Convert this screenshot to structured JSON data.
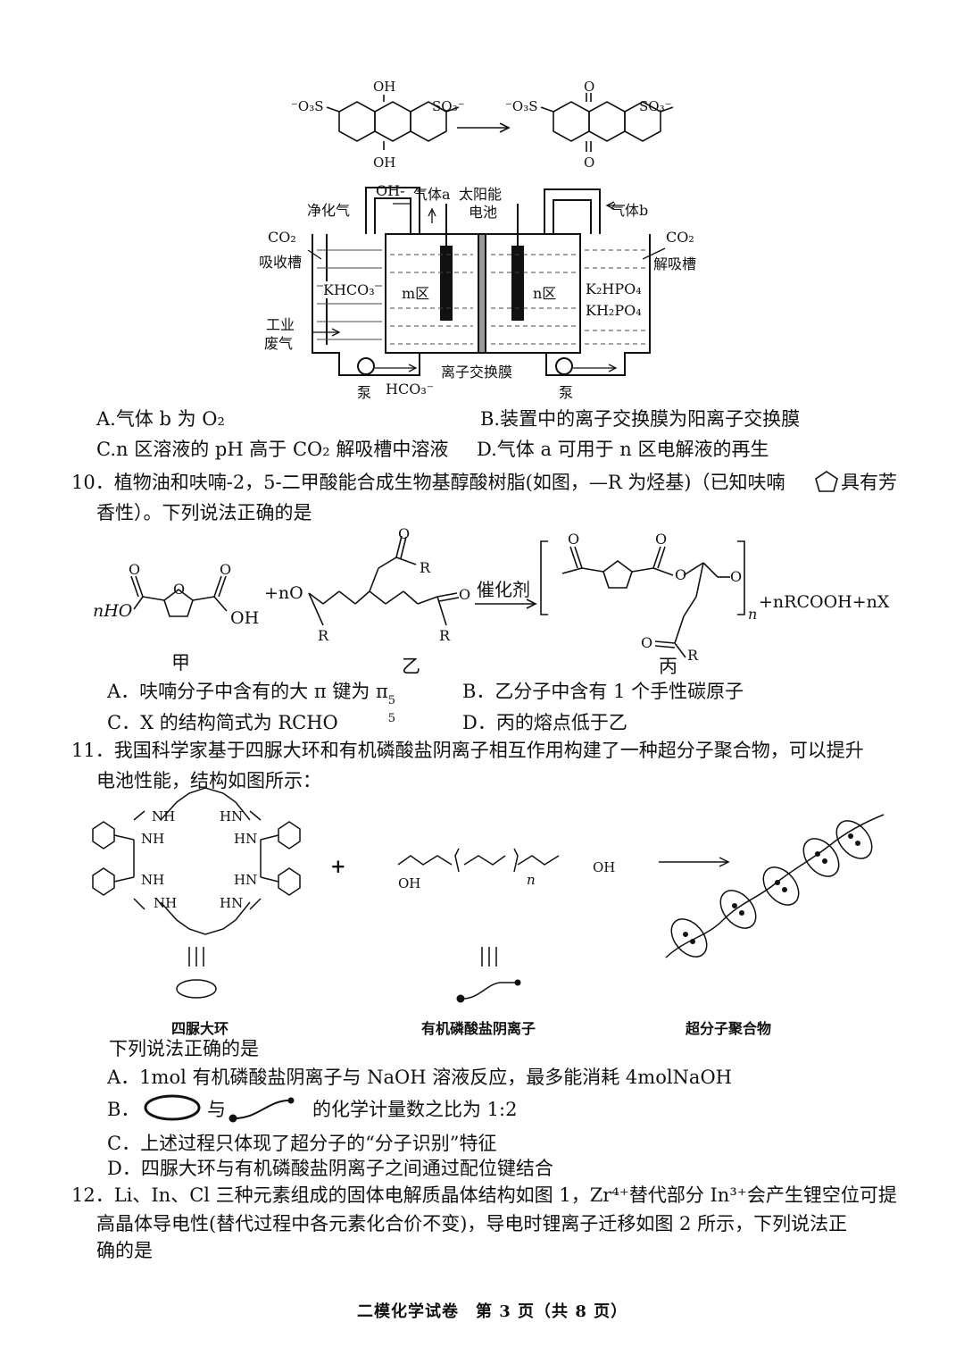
{
  "q9": {
    "reactant_top": "OH",
    "reactant_bottom": "OH",
    "reactant_left": "⁻O₃S",
    "reactant_right": "SO₃⁻",
    "product_top": "O",
    "product_bottom": "O",
    "product_left": "⁻O₃S",
    "product_right": "SO₃⁻",
    "device": {
      "oh": "OH-",
      "gas_a": "气体a",
      "solar": "太阳能",
      "solar2": "电池",
      "clean_gas": "净化气",
      "gas_b": "气体b",
      "co2_left": "CO₂",
      "absorb_tank": "吸收槽",
      "co2_right": "CO₂",
      "desorb_tank": "解吸槽",
      "khco3": "KHCO₃",
      "m_zone": "m区",
      "n_zone": "n区",
      "k2hpo4": "K₂HPO₄",
      "kh2po4": "KH₂PO₄",
      "industrial": "工业",
      "waste_gas": "废气",
      "membrane": "离子交换膜",
      "pump_left": "泵",
      "hco3": "HCO₃⁻",
      "pump_right": "泵"
    },
    "options": {
      "A": "A.气体 b 为 O₂",
      "B": "B.装置中的离子交换膜为阳离子交换膜",
      "C": "C.n 区溶液的 pH 高于 CO₂ 解吸槽中溶液",
      "D": "D.气体 a 可用于 n 区电解液的再生"
    }
  },
  "q10": {
    "stem_line1": "10．植物油和呋喃-2，5-二甲酸能合成生物基醇酸树脂(如图，—R 为烃基)（已知呋喃",
    "stem_line1_end": "具有芳",
    "stem_line2": "香性）。下列说法正确的是",
    "scheme": {
      "jia_left": "nHO",
      "jia_right": "OH",
      "plus_n": "+nO",
      "catalyst": "催化剂",
      "products": "+nRCOOH+nX",
      "sub_n": "n",
      "R": "R",
      "O": "O",
      "label_jia": "甲",
      "label_yi": "乙",
      "label_bing": "丙"
    },
    "options": {
      "A": "A．呋喃分子中含有的大 π 键为 π",
      "A_sup": "5",
      "A_sub": "5",
      "B": "B．乙分子中含有 1 个手性碳原子",
      "C": "C．X 的结构简式为 RCHO",
      "D": "D．丙的熔点低于乙"
    }
  },
  "q11": {
    "stem_line1": "11．我国科学家基于四脲大环和有机磷酸盐阴离子相互作用构建了一种超分子聚合物，可以提升",
    "stem_line2": "电池性能，结构如图所示：",
    "labels": {
      "macrocycle": "四脲大环",
      "anion": "有机磷酸盐阴离子",
      "polymer": "超分子聚合物",
      "NH": "NH",
      "HN": "HN",
      "OH": "OH",
      "n": "n",
      "plus": "+"
    },
    "prompt": "下列说法正确的是",
    "options": {
      "A": "A．1mol 有机磷酸盐阴离子与 NaOH 溶液反应，最多能消耗 4molNaOH",
      "B_pre": "B．",
      "B_mid": "与",
      "B_post": "的化学计量数之比为 1:2",
      "C": "C．上述过程只体现了超分子的“分子识别”特征",
      "D": "D．四脲大环与有机磷酸盐阴离子之间通过配位键结合"
    }
  },
  "q12": {
    "stem_line1": "12．Li、In、Cl 三种元素组成的固体电解质晶体结构如图 1，Zr⁴⁺替代部分 In³⁺会产生锂空位可提",
    "stem_line2": "高晶体导电性(替代过程中各元素化合价不变)，导电时锂离子迁移如图 2 所示，下列说法正",
    "stem_line3": "确的是"
  },
  "footer": "二模化学试卷　第 3 页（共 8 页）"
}
